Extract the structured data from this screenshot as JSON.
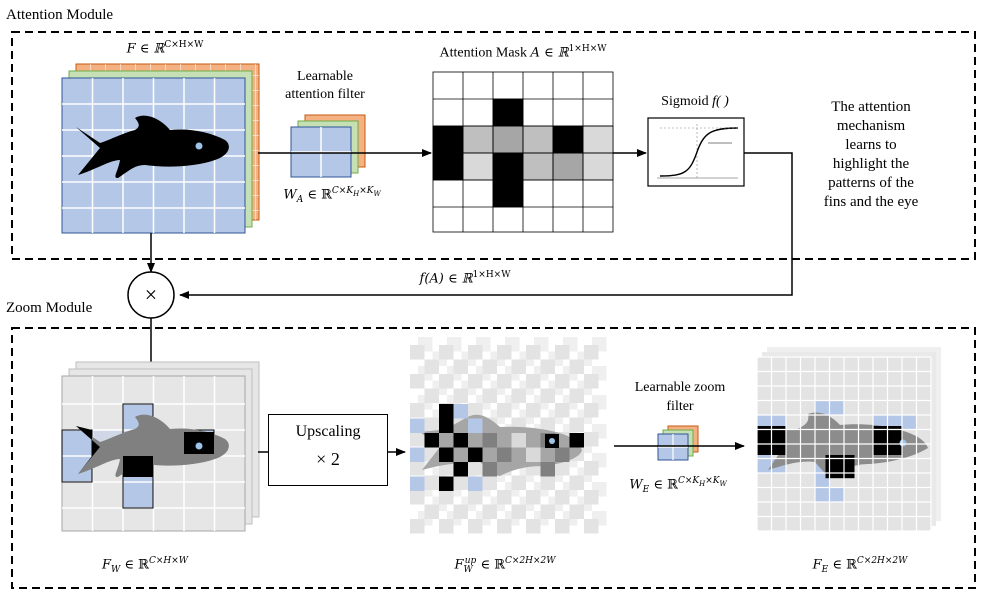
{
  "attention_module": {
    "title": "Attention Module",
    "feature_label": "F ∈ ℝ",
    "feature_sup": "C×H×W",
    "filter_label_line1": "Learnable",
    "filter_label_line2": "attention filter",
    "filter_formula": "W",
    "filter_sub": "A",
    "filter_formula_tail": " ∈ ℝ",
    "filter_sup": "C×K",
    "filter_sup_h": "H",
    "filter_sup_mid": "×K",
    "filter_sup_w": "W",
    "mask_label": "Attention Mask ",
    "mask_formula": "A ∈ ℝ",
    "mask_sup": "1×H×W",
    "sigmoid_label": "Sigmoid ",
    "sigmoid_f": "f( )",
    "note_lines": [
      "The attention",
      "mechanism",
      "learns to",
      "highlight the",
      "patterns of the",
      "fins and the eye"
    ]
  },
  "connector": {
    "fa_label": "f(A) ∈ ℝ",
    "fa_sup": "1×H×W",
    "multiply_symbol": "×"
  },
  "zoom_module": {
    "title": "Zoom Module",
    "weighted_label": "F",
    "weighted_sub": "W",
    "weighted_tail": " ∈ ℝ",
    "weighted_sup": "C×H×W",
    "upscale_line1": "Upscaling",
    "upscale_line2": "× 2",
    "up_label": "F",
    "up_sub": "W",
    "up_sup_up": "up",
    "up_tail": " ∈ ℝ",
    "up_sup": "C×2H×2W",
    "zoom_filter_line1": "Learnable zoom",
    "zoom_filter_line2": "filter",
    "zoom_formula": "W",
    "zoom_sub": "E",
    "zoom_tail": " ∈ ℝ",
    "zoom_sup": "C×K",
    "zoom_sup_h": "H",
    "zoom_sup_mid": "×K",
    "zoom_sup_w": "W",
    "out_label": "F",
    "out_sub": "E",
    "out_tail": " ∈ ℝ",
    "out_sup": "C×2H×2W"
  },
  "colors": {
    "grid_blue": "#b4c7e7",
    "layer_green": "#c5e0b4",
    "layer_orange": "#f4b183",
    "mask_gray": "#bfbfbf",
    "mask_light": "#d9d9d9",
    "zoom_gray": "#e6e6e6",
    "fish_gray": "#8c8c8c",
    "eye_blue": "#9dc3e6"
  }
}
